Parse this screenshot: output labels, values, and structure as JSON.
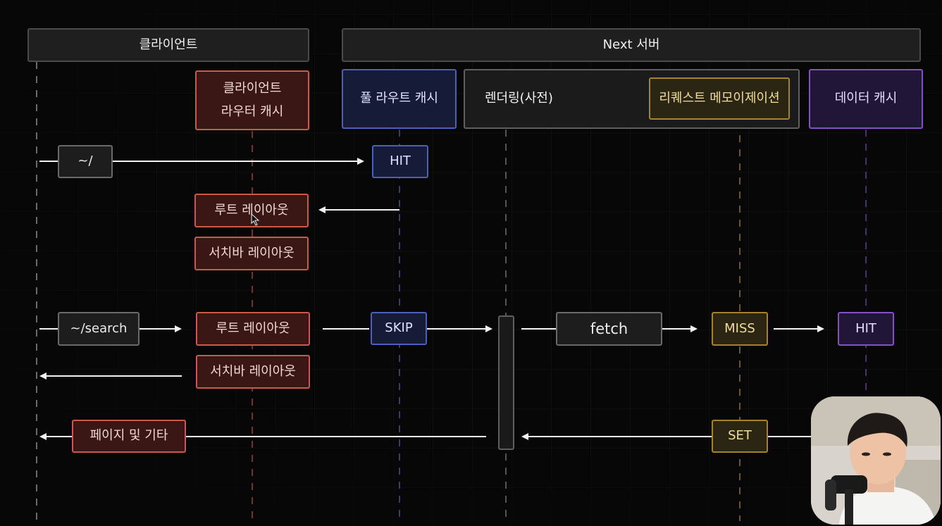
{
  "header": {
    "client": "클라이언트",
    "server": "Next 서버"
  },
  "lanes": {
    "router_cache": [
      "클라이언트",
      "라우터 캐시"
    ],
    "full_route_cache": "풀 라우트 캐시",
    "rendering": "렌더링(사전)",
    "request_memoization": "리퀘스트 메모이제이션",
    "data_cache": "데이터 캐시"
  },
  "flow": {
    "req1_path": "~/",
    "hit1": "HIT",
    "root_layout_1": "루트 레이아웃",
    "searchbar_layout_1": "서치바 레이아웃",
    "req2_path": "~/search",
    "root_layout_2": "루트 레이아웃",
    "skip": "SKIP",
    "fetch": "fetch",
    "miss": "MISS",
    "hit2": "HIT",
    "searchbar_layout_2": "서치바 레이아웃",
    "page_etc": "페이지 및 기타",
    "set": "SET"
  },
  "colors": {
    "client_accent": "#c9584e",
    "full_route_accent": "#4d5fbd",
    "memo_accent": "#a2842e",
    "data_cache_accent": "#8451c4"
  }
}
